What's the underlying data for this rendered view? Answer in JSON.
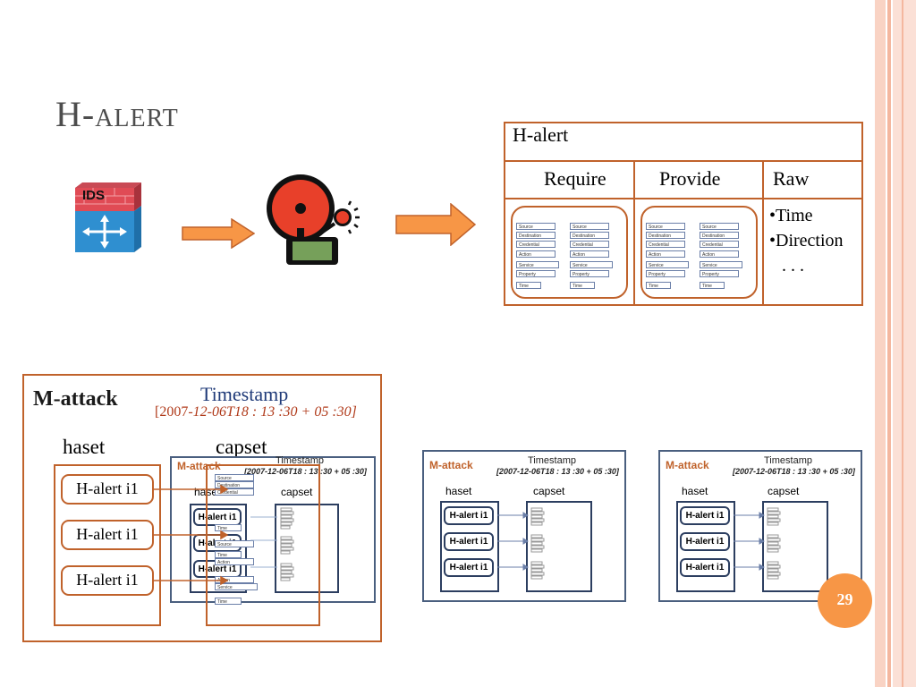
{
  "slide": {
    "title": "H-alert",
    "page_number": "29",
    "colors": {
      "accent": "#c0622b",
      "arrow": "#f79646",
      "page_badge": "#f79646",
      "navy": "#2c3e60"
    }
  },
  "pipeline": {
    "ids_label": "IDS",
    "ids_icon": "firewall-router-icon",
    "alarm_icon": "alarm-bell-icon"
  },
  "h_alert_table": {
    "title": "H-alert",
    "columns": [
      "Require",
      "Provide",
      "Raw"
    ],
    "fields": [
      "Source",
      "Destination",
      "Credential",
      "Action",
      "Service",
      "Property",
      "Time"
    ],
    "raw_items": [
      "•Time",
      "•Direction",
      ". . ."
    ]
  },
  "m_attack": {
    "label": "M-attack",
    "timestamp_label": "Timestamp",
    "timestamp_prefix": "[2007-",
    "timestamp_value": "12-06T18 : 13 :30 + 05 :30]",
    "haset_label": "haset",
    "capset_label": "capset",
    "alerts": [
      "H-alert i1",
      "H-alert i1",
      "H-alert i1"
    ]
  },
  "mini_m_attack": {
    "label": "M-attack",
    "timestamp_label": "Timestamp",
    "timestamp_value": "[2007-12-06T18 : 13 :30 + 05 :30]",
    "haset_label": "haset",
    "capset_label": "capset",
    "alerts": [
      "H-alert i1",
      "H-alert i1",
      "H-alert i1"
    ]
  }
}
